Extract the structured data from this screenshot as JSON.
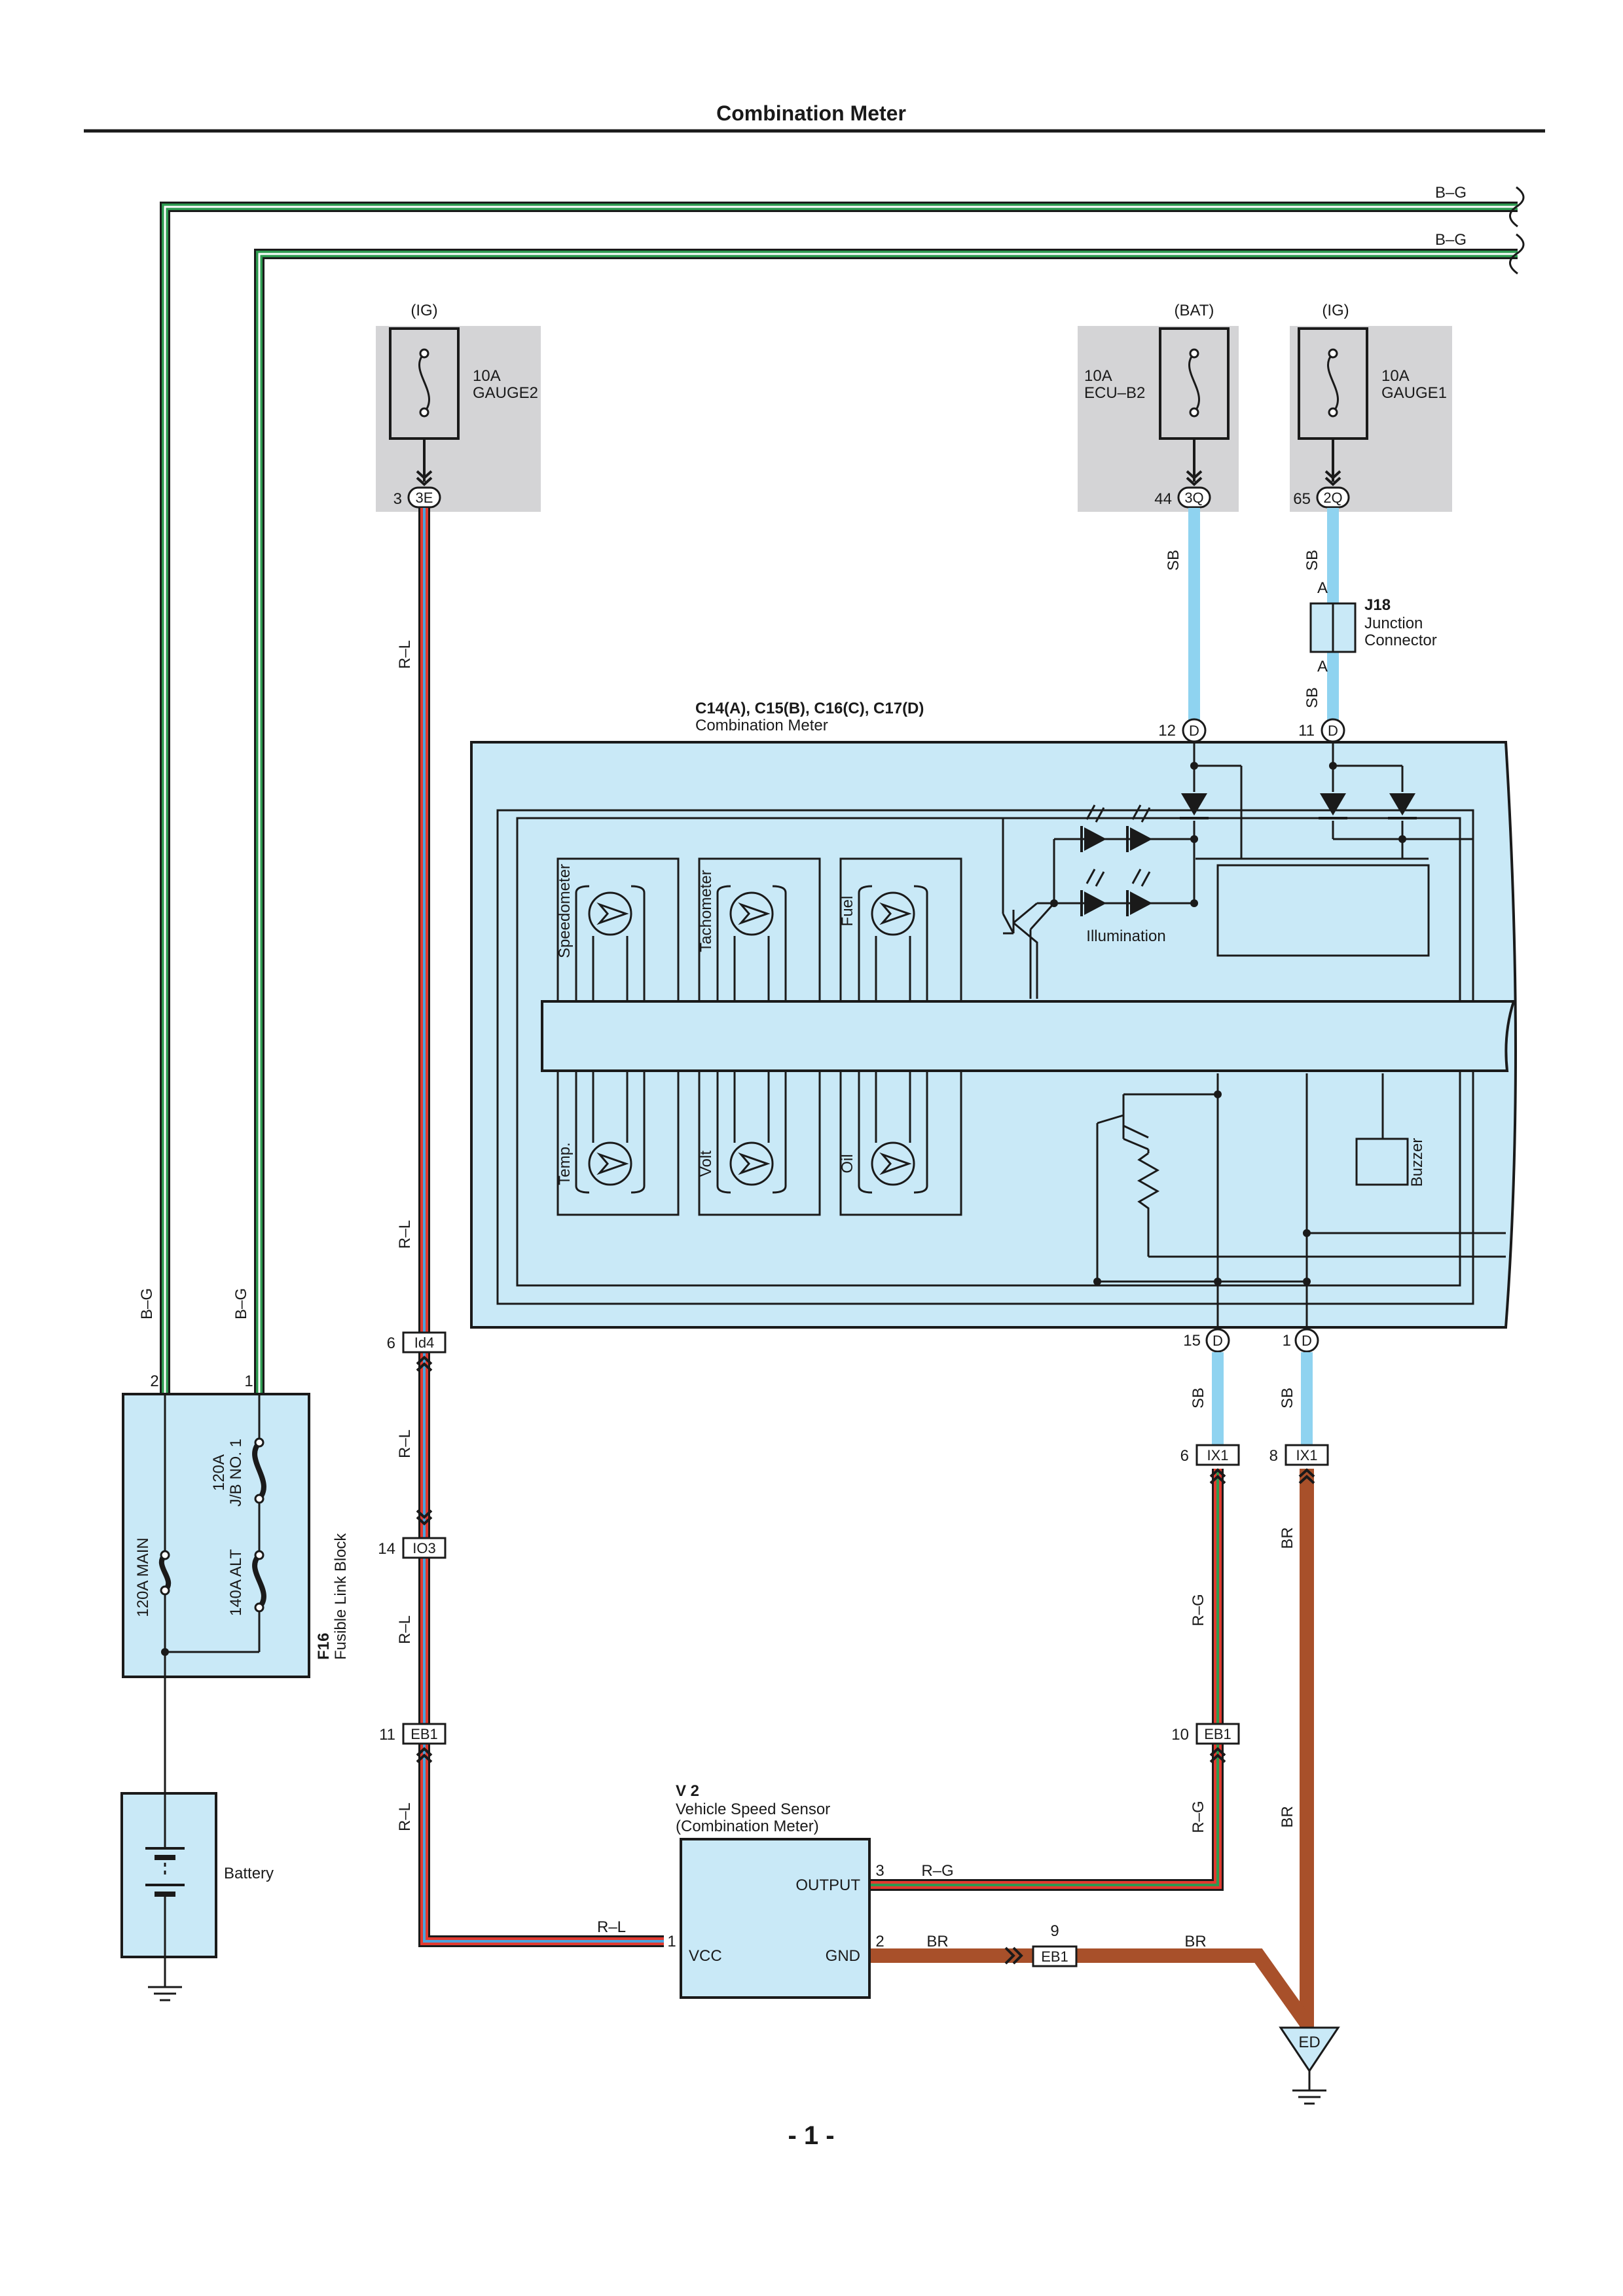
{
  "header": {
    "title": "Combination Meter"
  },
  "footer": {
    "page_number": "- 1 -"
  },
  "colors": {
    "wire_sb": "#8fd3f0",
    "wire_br": "#a8502a",
    "wire_red": "#e23a30",
    "wire_green": "#2e9a50",
    "wire_blue": "#4aa3dc",
    "component_fill": "#c9e9f7",
    "fuse_box_fill": "#d4d4d6"
  },
  "wires": {
    "bg": "B–G",
    "rl": "R–L",
    "sb": "SB",
    "br": "BR",
    "rg": "R–G"
  },
  "fuses": [
    {
      "id": "gauge2",
      "supply": "(IG)",
      "amp": "10A",
      "name": "GAUGE2",
      "pin": "3",
      "connector": "3E"
    },
    {
      "id": "ecu_b2",
      "supply": "(BAT)",
      "amp": "10A",
      "name": "ECU–B2",
      "pin": "44",
      "connector": "3Q"
    },
    {
      "id": "gauge1",
      "supply": "(IG)",
      "amp": "10A",
      "name": "GAUGE1",
      "pin": "65",
      "connector": "2Q"
    }
  ],
  "junction": {
    "code": "J18",
    "line1": "Junction",
    "line2": "Connector",
    "pin_top": "A",
    "pin_bottom": "A"
  },
  "meter": {
    "code": "C14(A), C15(B), C16(C), C17(D)",
    "name": "Combination Meter",
    "pins": [
      {
        "pin": "12",
        "connector": "D"
      },
      {
        "pin": "11",
        "connector": "D"
      },
      {
        "pin": "15",
        "connector": "D"
      },
      {
        "pin": "1",
        "connector": "D"
      }
    ],
    "gauges_top": [
      "Speedometer",
      "Tachometer",
      "Fuel"
    ],
    "gauges_bottom": [
      "Temp.",
      "Volt",
      "Oil"
    ],
    "illumination": "Illumination",
    "buzzer": "Buzzer"
  },
  "fusible_link": {
    "code": "F16",
    "name": "Fusible Link Block",
    "main_fuse": "120A MAIN",
    "jb_fuse_amp": "120A",
    "jb_fuse_name": "J/B NO. 1",
    "alt_fuse": "140A ALT",
    "pin_left": "2",
    "pin_right": "1"
  },
  "battery": {
    "label": "Battery"
  },
  "connectors": [
    {
      "id": "id4",
      "pin": "6",
      "label": "Id4"
    },
    {
      "id": "io3",
      "pin": "14",
      "label": "IO3"
    },
    {
      "id": "eb1_left",
      "pin": "11",
      "label": "EB1"
    },
    {
      "id": "ix1_a",
      "pin": "6",
      "label": "IX1"
    },
    {
      "id": "ix1_b",
      "pin": "8",
      "label": "IX1"
    },
    {
      "id": "eb1_right",
      "pin": "10",
      "label": "EB1"
    },
    {
      "id": "eb1_gnd",
      "pin": "9",
      "label": "EB1"
    }
  ],
  "sensor": {
    "code": "V 2",
    "name": "Vehicle Speed Sensor",
    "sub": "(Combination Meter)",
    "output": "OUTPUT",
    "vcc": "VCC",
    "gnd": "GND",
    "pin_output": "3",
    "pin_vcc": "1",
    "pin_gnd": "2"
  },
  "ground": {
    "label": "ED"
  }
}
